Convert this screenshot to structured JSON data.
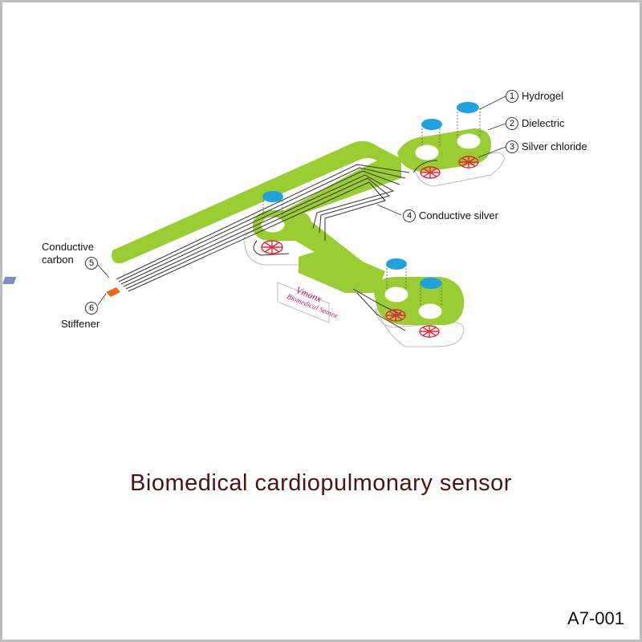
{
  "title": "Biomedical cardiopulmonary sensor",
  "code": "A7-001",
  "brand": {
    "name": "Vmanx",
    "tagline": "Biomedical Sensor"
  },
  "labels": [
    {
      "num": "1",
      "text": "Hydrogel"
    },
    {
      "num": "2",
      "text": "Dielectric"
    },
    {
      "num": "3",
      "text": "Silver chloride"
    },
    {
      "num": "4",
      "text": "Conductive silver"
    },
    {
      "num": "5",
      "text_line1": "Conductive",
      "text_line2": "carbon"
    },
    {
      "num": "6",
      "text": "Stiffener"
    }
  ],
  "colors": {
    "dielectric": "#9acd32",
    "hydrogel": "#1fa3e0",
    "silver_chloride": "#e8243b",
    "stiffener": "#e86a1c",
    "title": "#4a1414",
    "frame": "#bdbdbd"
  }
}
